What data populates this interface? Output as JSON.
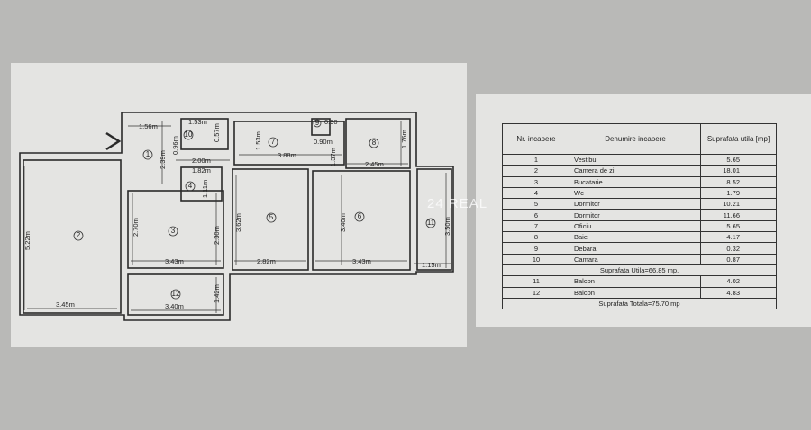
{
  "plan": {
    "rooms": [
      "1",
      "2",
      "3",
      "4",
      "5",
      "6",
      "7",
      "8",
      "9",
      "10",
      "11",
      "12"
    ],
    "dimensions": [
      "1.56m",
      "1.53m",
      "0.57m",
      "0.90",
      "0.90m",
      "2.39m",
      "0.96m",
      "2.00m",
      "1.82m",
      "1.11m",
      "1.53m",
      "3.88m",
      "1.37m",
      "1.76m",
      "2.45m",
      "5.22m",
      "2.70m",
      "2.30m",
      "3.43m",
      "3.62m",
      "2.82m",
      "3.40m",
      "3.43m",
      "3.50m",
      "1.15m",
      "3.45m",
      "3.40m",
      "1.42m"
    ],
    "watermark": "24 REAL"
  },
  "table": {
    "headers": [
      "Nr. incapere",
      "Denumire incapere",
      "Suprafata utila [mp]"
    ],
    "rows": [
      [
        "1",
        "Vestibul",
        "5.65"
      ],
      [
        "2",
        "Camera de zi",
        "18.01"
      ],
      [
        "3",
        "Bucatarie",
        "8.52"
      ],
      [
        "4",
        "Wc",
        "1.79"
      ],
      [
        "5",
        "Dormitor",
        "10.21"
      ],
      [
        "6",
        "Dormitor",
        "11.66"
      ],
      [
        "7",
        "Oficiu",
        "5.65"
      ],
      [
        "8",
        "Baie",
        "4.17"
      ],
      [
        "9",
        "Debara",
        "0.32"
      ],
      [
        "10",
        "Camara",
        "0.87"
      ]
    ],
    "subtotal": "Suprafata Utila=66.85 mp.",
    "balcony_rows": [
      [
        "11",
        "Balcon",
        "4.02"
      ],
      [
        "12",
        "Balcon",
        "4.83"
      ]
    ],
    "total": "Suprafata Totala=75.70 mp"
  }
}
